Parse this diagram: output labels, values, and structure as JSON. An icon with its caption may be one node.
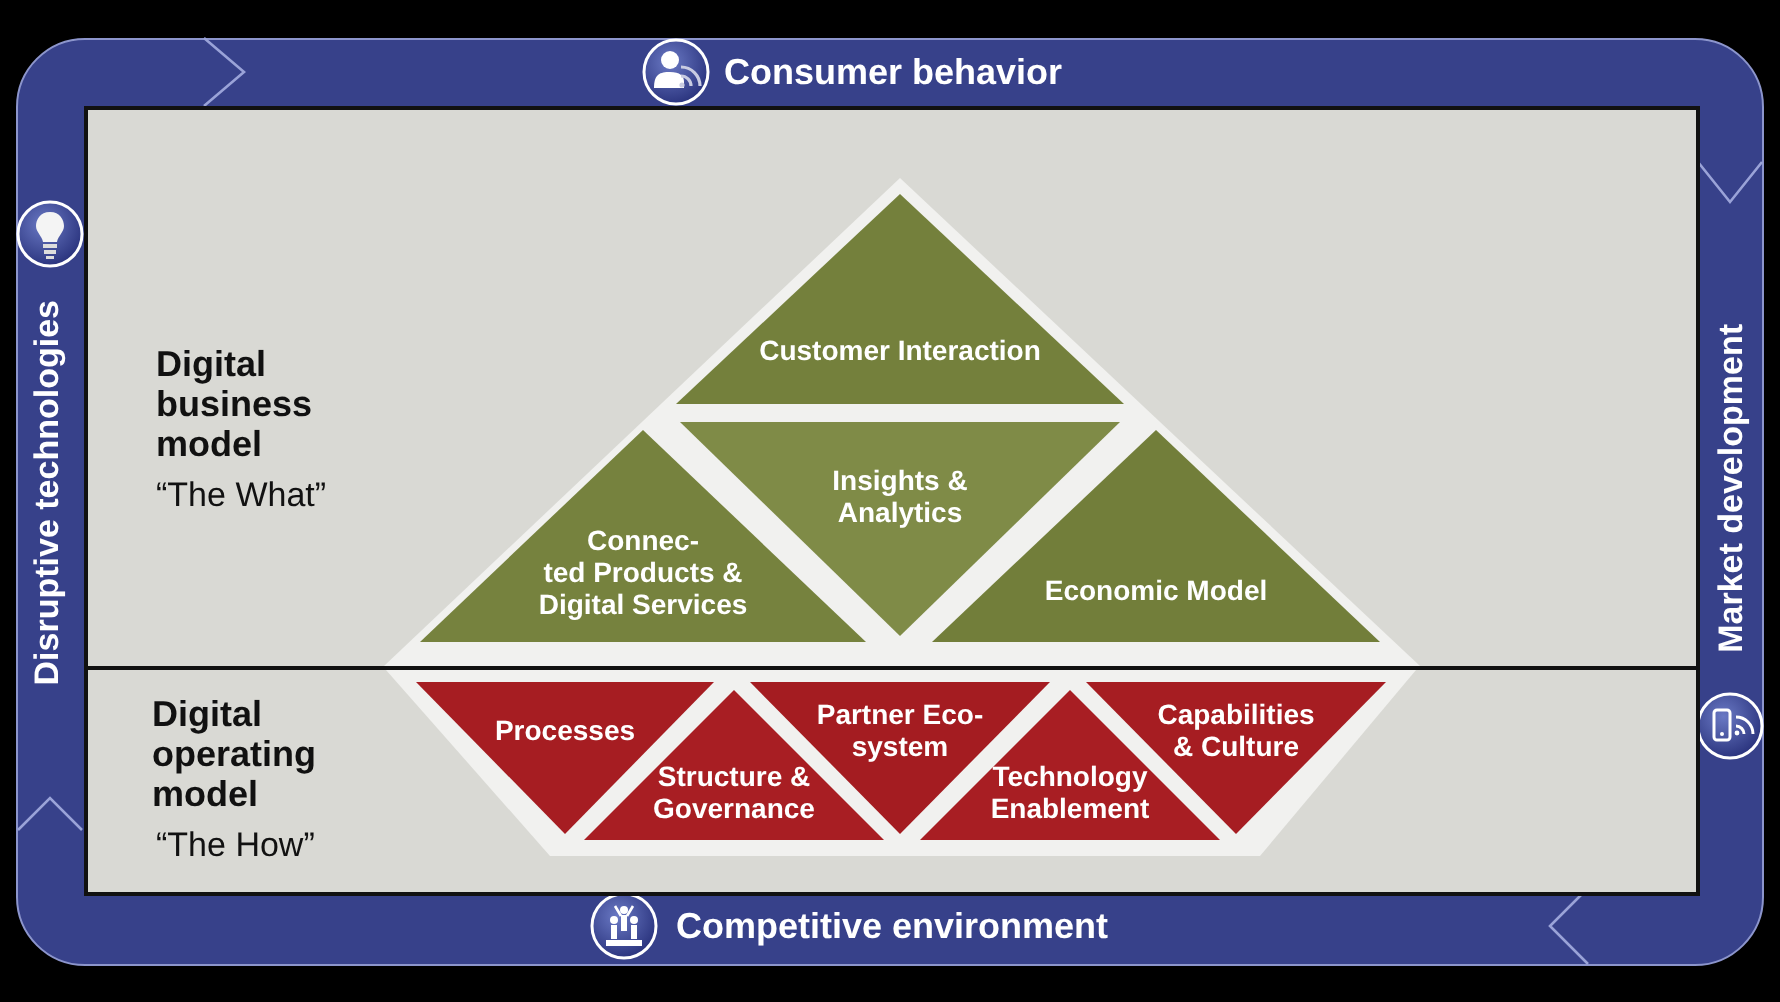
{
  "diagram": {
    "nodes": [
      {
        "text": [
          "Consumer behavior",
          "Disruptive technologies",
          "Market development",
          "Competitive environment"
        ]
      },
      {
        "text": [
          "Digital business model",
          "“The What”"
        ],
        "in": 0
      },
      {
        "text": [
          "Customer Interaction"
        ],
        "in": 1
      },
      {
        "text": [
          "Connec- ted Products & Digital Services"
        ],
        "in": 1
      },
      {
        "text": [
          "Insights & Analytics"
        ],
        "in": 1
      },
      {
        "text": [
          "Economic Model"
        ],
        "in": 1
      },
      {
        "text": [
          "Digital operating model",
          "“The How”"
        ],
        "in": 0
      },
      {
        "text": [
          "Processes"
        ],
        "in": 6
      },
      {
        "text": [
          "Structure & Governance"
        ],
        "in": 6
      },
      {
        "text": [
          "Partner Eco- system"
        ],
        "in": 6
      },
      {
        "text": [
          "Technology Enablement"
        ],
        "in": 6
      },
      {
        "text": [
          "Capabilities & Culture"
        ],
        "in": 6
      }
    ]
  }
}
